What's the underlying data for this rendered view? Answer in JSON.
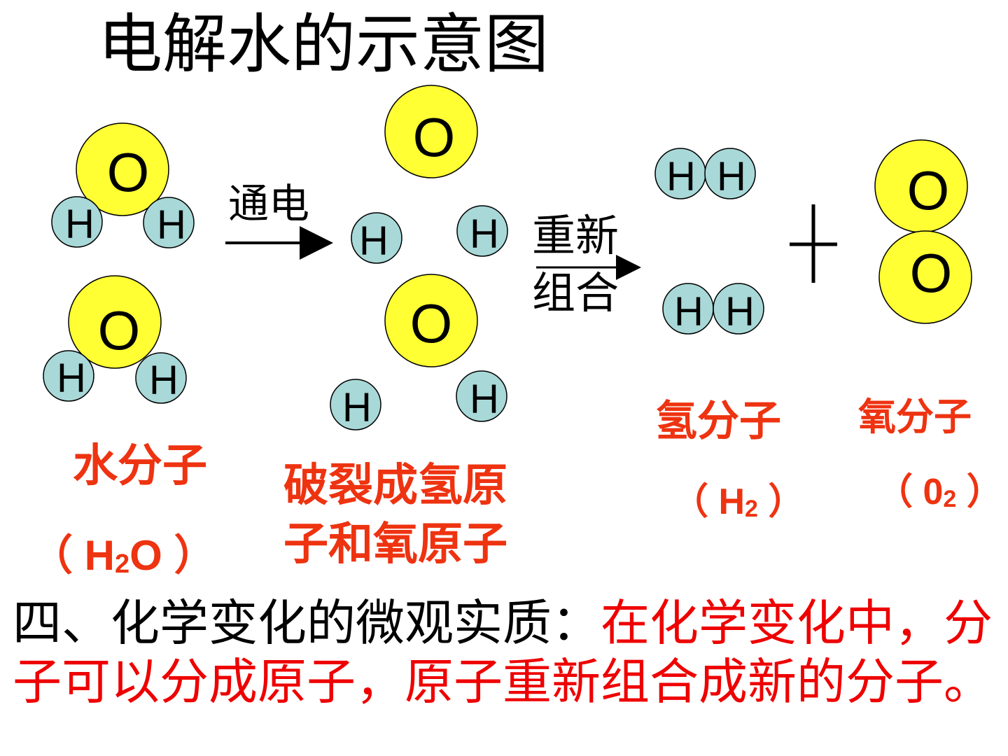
{
  "title": "电解水的示意图",
  "symbols": {
    "oxygen": "O",
    "hydrogen": "H"
  },
  "arrow1_label": "通电",
  "arrow2_label_line1": "重新",
  "arrow2_label_line2": "组合",
  "plus": "＋",
  "labels": {
    "water": "水分子",
    "water_formula_open": "（ ",
    "water_formula_H": "H",
    "water_formula_sub": "2",
    "water_formula_O": "O ）",
    "broken_line1": "破裂成氢原",
    "broken_line2": "子和氧原子",
    "hydrogen": "氢分子",
    "hydrogen_formula_open": "（ ",
    "hydrogen_formula_H": "H",
    "hydrogen_formula_sub": "2",
    "hydrogen_formula_close": " ）",
    "oxygen": "氧分子",
    "oxygen_formula_open": "（ ",
    "oxygen_formula_O": "0",
    "oxygen_formula_sub": "2",
    "oxygen_formula_close": " ）"
  },
  "conclusion": {
    "black_part": "四、化学变化的微观实质：",
    "red_part": "在化学变化中，分子可以分成原子，原子重新组合成新的分子。"
  },
  "colors": {
    "oxygen_fill": "#ffff33",
    "hydrogen_fill": "#a8d8d8",
    "label_red": "#ee3311"
  }
}
